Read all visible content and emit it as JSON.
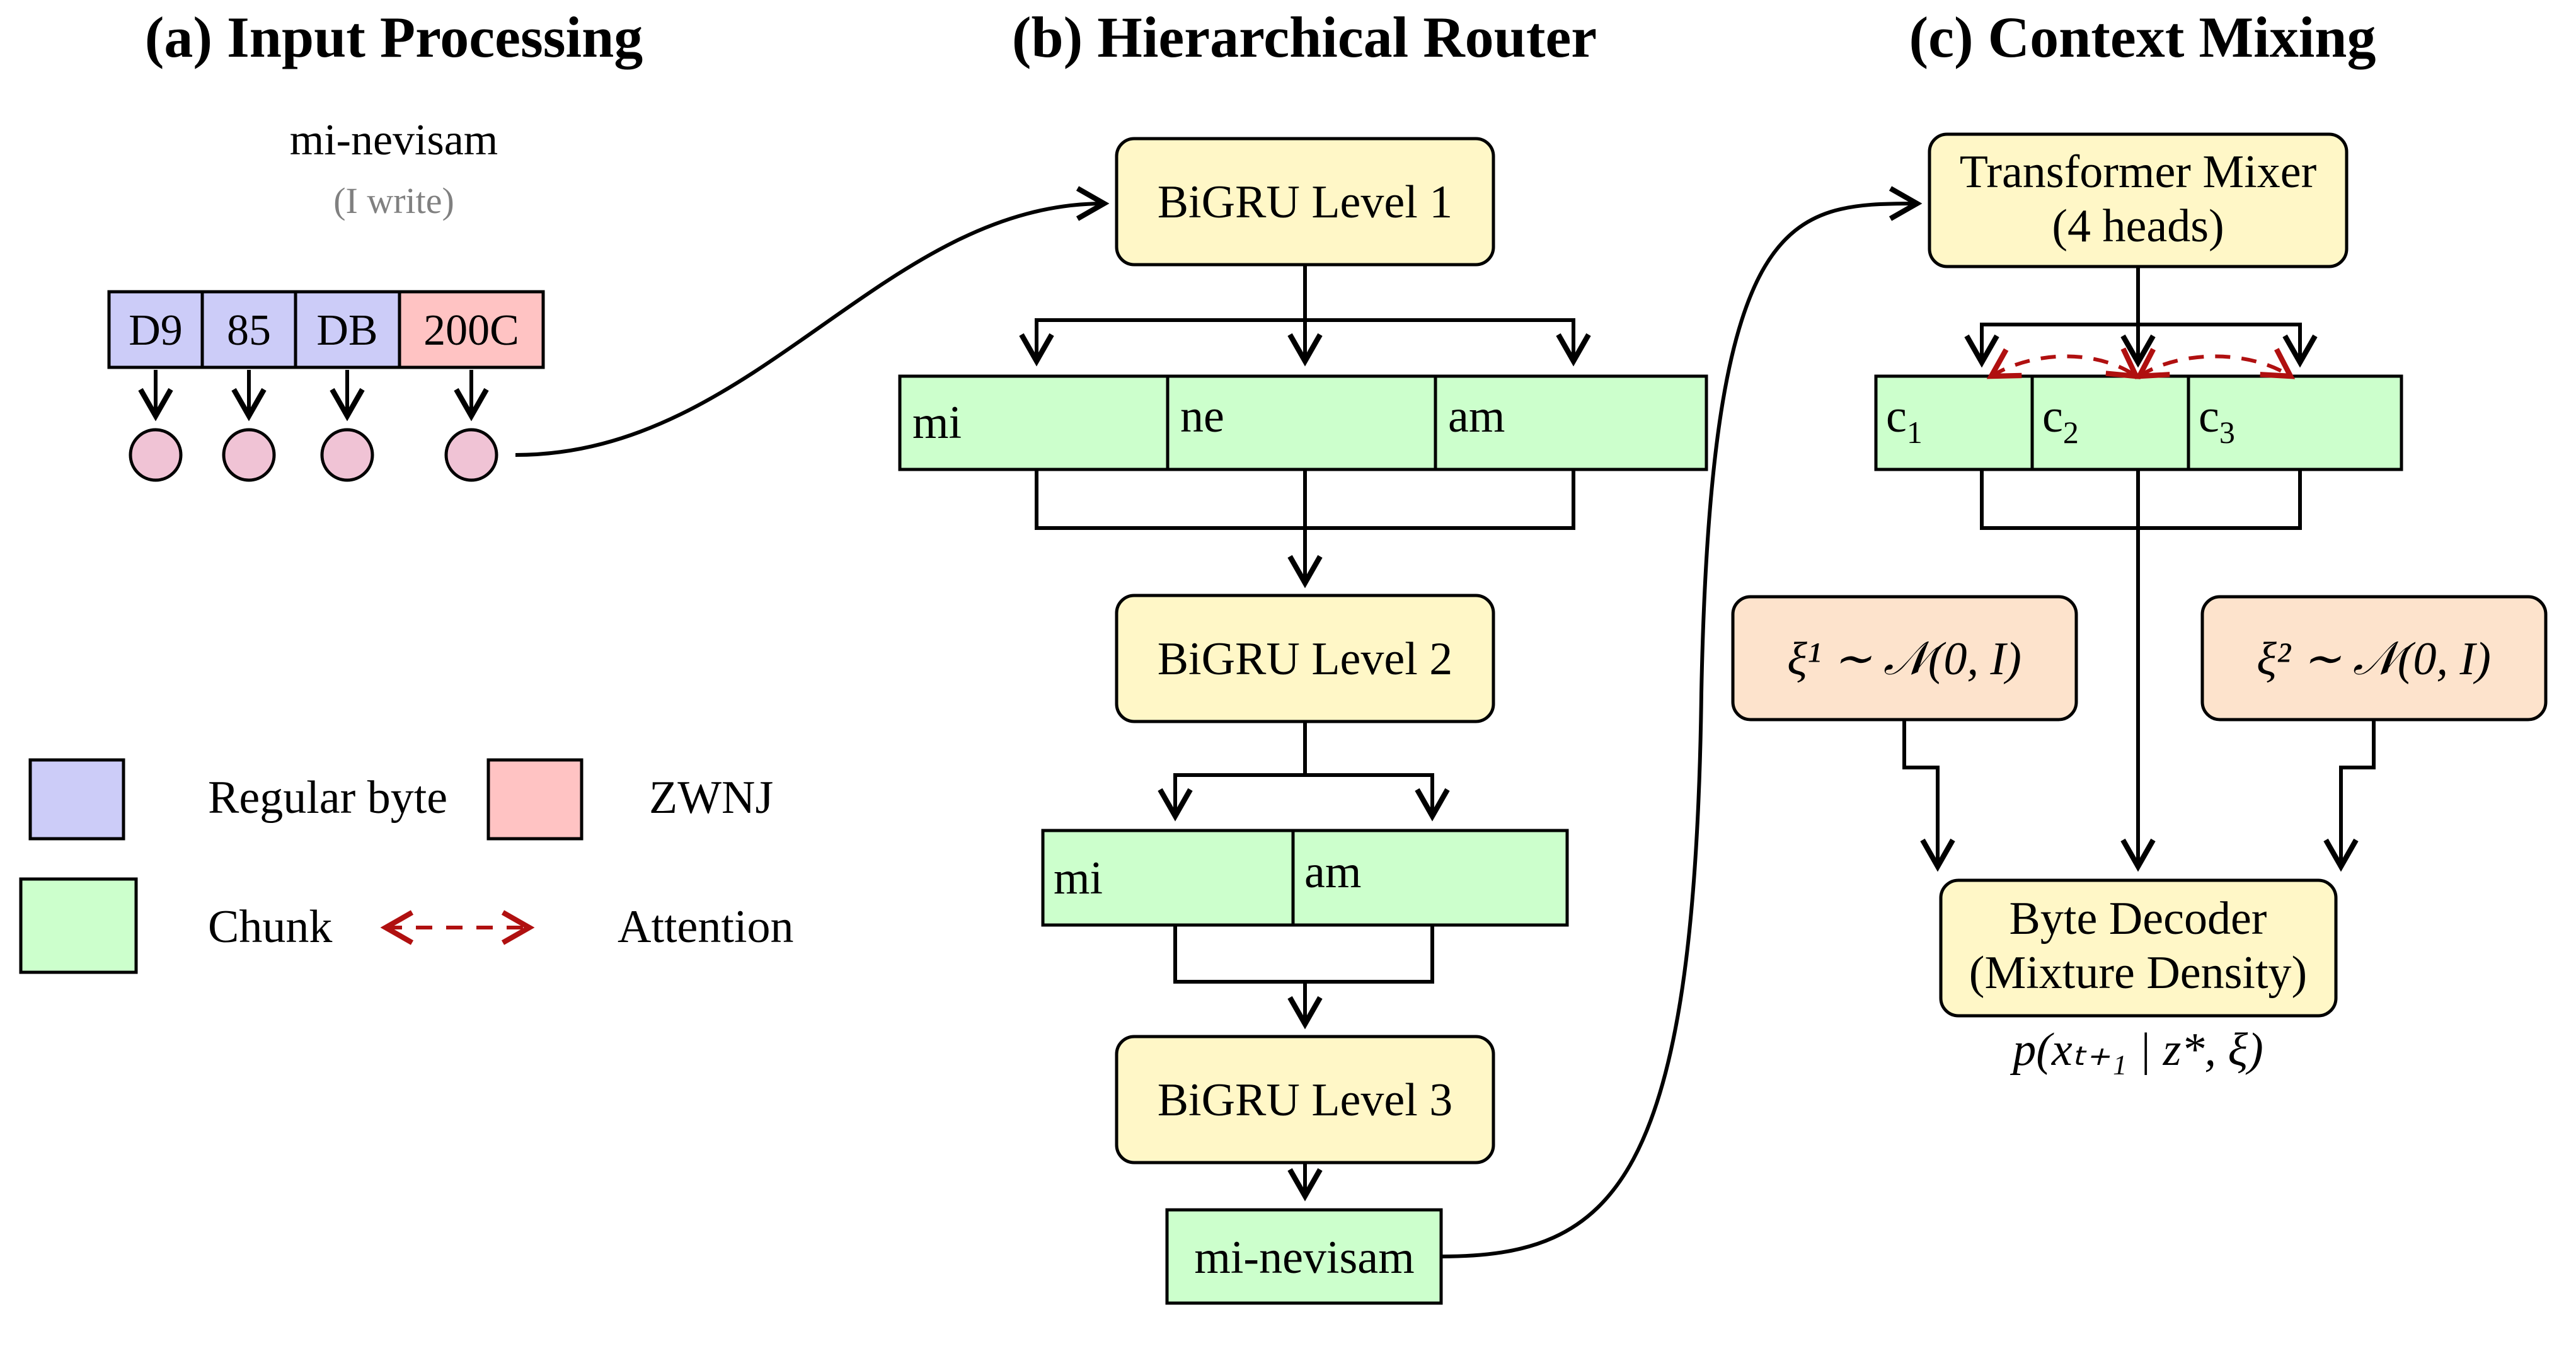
{
  "panels": {
    "a_title": "(a) Input Processing",
    "b_title": "(b) Hierarchical Router",
    "c_title": "(c) Context Mixing"
  },
  "input": {
    "word": "mi-nevisam",
    "gloss": "(I write)",
    "bytes": [
      "D9",
      "85",
      "DB",
      "200C"
    ]
  },
  "router": {
    "level1": "BiGRU Level 1",
    "level2": "BiGRU Level 2",
    "level3": "BiGRU Level 3",
    "chunks_l1": [
      "mi",
      "ne",
      "am"
    ],
    "chunks_l2": [
      "mi",
      "am"
    ],
    "output": "mi-nevisam"
  },
  "mixing": {
    "mixer_line1": "Transformer Mixer",
    "mixer_line2": "(4 heads)",
    "chunk_letter": "c",
    "chunk_subscripts": [
      "1",
      "2",
      "3"
    ],
    "noise1": "ξ¹ ∼ 𝒩(0, I)",
    "noise2": "ξ² ∼ 𝒩(0, I)",
    "decoder_line1": "Byte Decoder",
    "decoder_line2": "(Mixture Density)",
    "decoder_formula": "p(xₜ₊₁ | z*, ξ)"
  },
  "legend": {
    "regular_byte": "Regular byte",
    "zwnj": "ZWNJ",
    "chunk": "Chunk",
    "attention": "Attention"
  },
  "colors": {
    "router_block": "#fff7c7",
    "chunk": "#ccffcc",
    "regular_byte": "#ccccf8",
    "zwnj": "#ffc3c3",
    "noise": "#fde3cc",
    "embedding": "#f0c3d5",
    "attention": "#b01010"
  }
}
